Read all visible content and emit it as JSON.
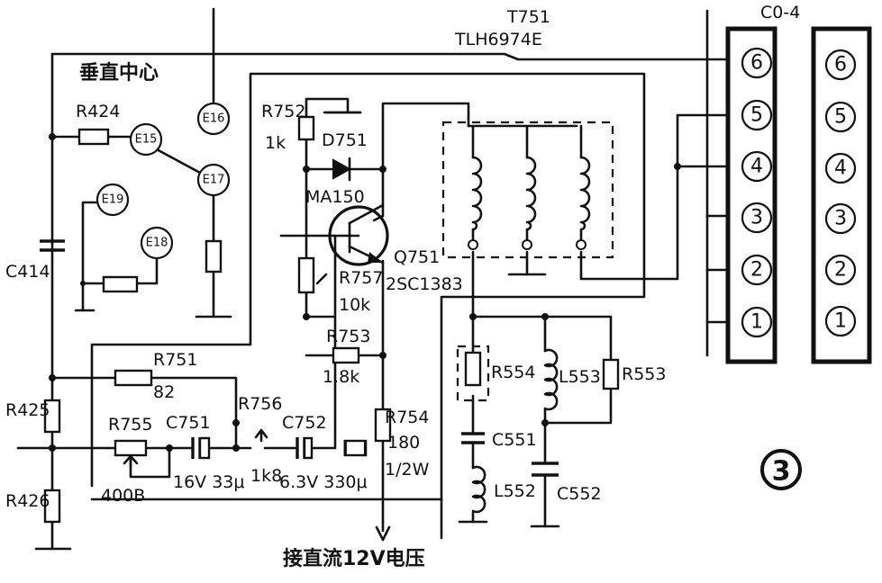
{
  "labels": {
    "vertical_center": "垂直中心",
    "t751": "T751",
    "t751_part": "TLH6974E",
    "connector": "C0-4",
    "r424": "R424",
    "c414": "C414",
    "r425": "R425",
    "r426": "R426",
    "r751": "R751",
    "r751_value": "82",
    "r755": "R755",
    "r755_value": "400B",
    "c751": "C751",
    "c751_value": "16V 33μ",
    "r756": "R756",
    "r756_value": "1k8",
    "c752": "C752",
    "c752_value": "6.3V 330μ",
    "r752": "R752",
    "r752_value": "1k",
    "d751": "D751",
    "d751_part": "MA150",
    "q751": "Q751",
    "q751_part": "2SC1383",
    "r757": "R757",
    "r757_value": "10k",
    "r753": "R753",
    "r753_value": "1.8k",
    "r754": "R754",
    "r754_value": "180",
    "r754_rating": "1/2W",
    "r554": "R554",
    "l553": "L553",
    "r553": "R553",
    "c551": "C551",
    "l552": "L552",
    "c552": "C552",
    "dc_12v": "接直流12V电压"
  },
  "test_points": [
    "E16",
    "E15",
    "E17",
    "E19",
    "E18"
  ],
  "connector": {
    "left_pins": [
      "6",
      "5",
      "4",
      "3",
      "2",
      "1"
    ],
    "right_pins": [
      "6",
      "5",
      "4",
      "3",
      "2",
      "1"
    ]
  },
  "figure_number": "3"
}
